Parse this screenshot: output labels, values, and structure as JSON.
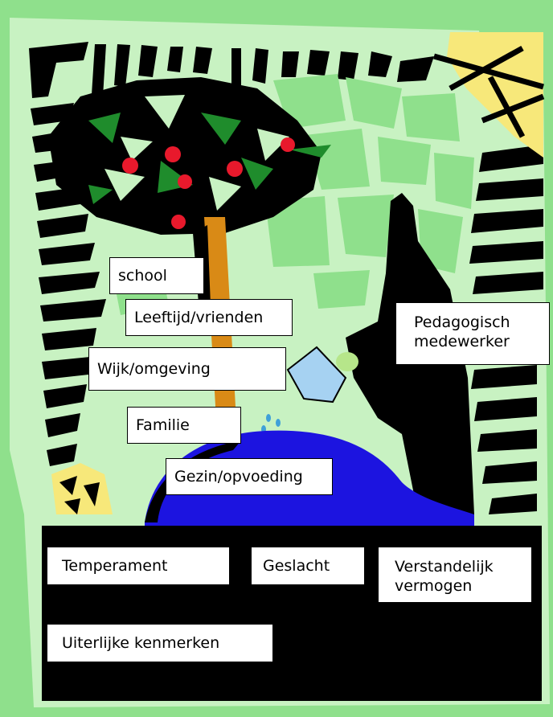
{
  "labels": {
    "school": "school",
    "leeftijd": "Leeftijd/vrienden",
    "wijk": "Wijk/omgeving",
    "familie": "Familie",
    "gezin": "Gezin/opvoeding",
    "pedagogisch": "Pedagogisch\nmedewerker",
    "temperament": "Temperament",
    "geslacht": "Geslacht",
    "verstandelijk": "Verstandelijk\nvermogen",
    "uiterlijke": "Uiterlijke kenmerken"
  },
  "colors": {
    "background": "#8fe08c",
    "pale_green": "#c8f2c2",
    "dark": "#000000",
    "trunk": "#d98a16",
    "apple": "#e8192c",
    "leaf": "#1f8c2c",
    "pond": "#1c14e0",
    "sun": "#f7e87a",
    "can": "#a6d2f2"
  }
}
